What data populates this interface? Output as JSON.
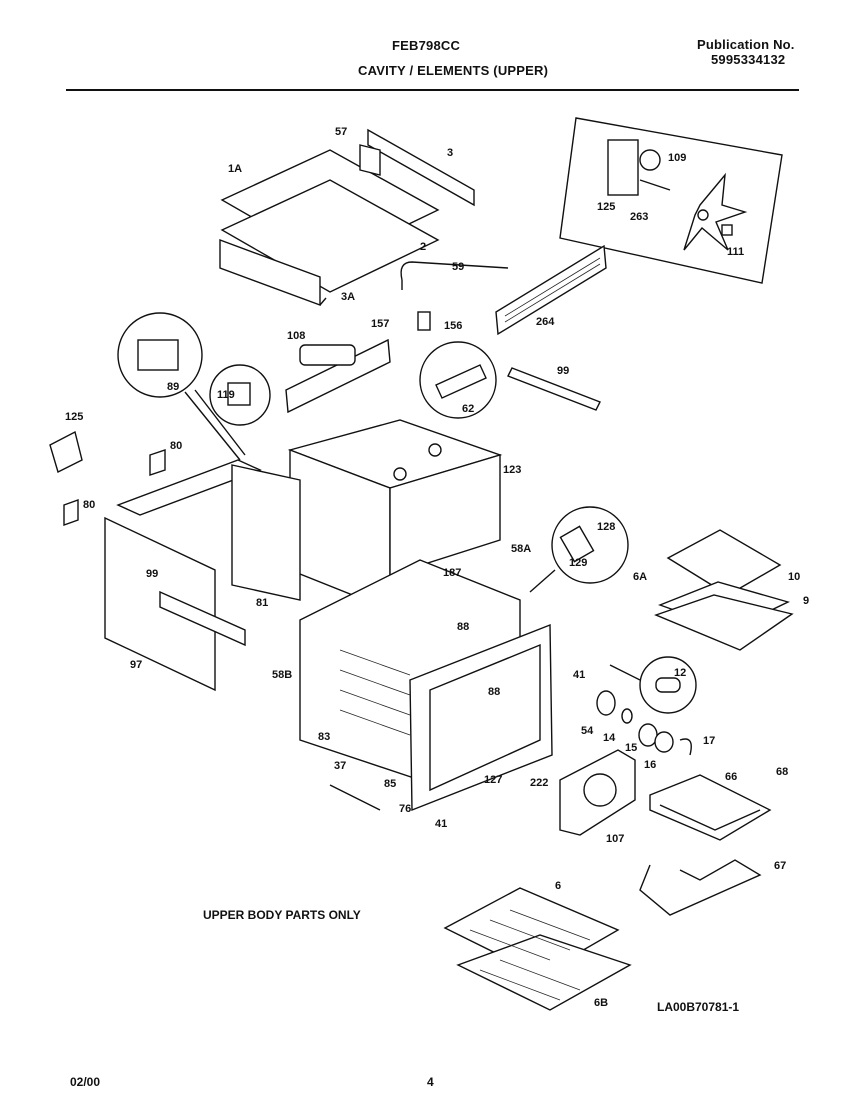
{
  "header": {
    "model": "FEB798CC",
    "section": "CAVITY / ELEMENTS (UPPER)",
    "publication_label": "Publication No.",
    "publication_number": "5995334132"
  },
  "notes": {
    "upper_body": "UPPER BODY PARTS ONLY",
    "drawing_id": "LA00B70781-1"
  },
  "footer": {
    "date": "02/00",
    "page": "4"
  },
  "callouts": [
    "57",
    "3",
    "1A",
    "2",
    "109",
    "125",
    "263",
    "111",
    "3A",
    "59",
    "156",
    "264",
    "108",
    "157",
    "89",
    "119",
    "62",
    "99",
    "125",
    "80",
    "123",
    "80",
    "128",
    "129",
    "6A",
    "10",
    "9",
    "58A",
    "99",
    "187",
    "81",
    "88",
    "12",
    "97",
    "58B",
    "41",
    "88",
    "54",
    "14",
    "15",
    "16",
    "17",
    "83",
    "127",
    "37",
    "85",
    "76",
    "222",
    "66",
    "68",
    "41",
    "107",
    "67",
    "6",
    "6B"
  ]
}
